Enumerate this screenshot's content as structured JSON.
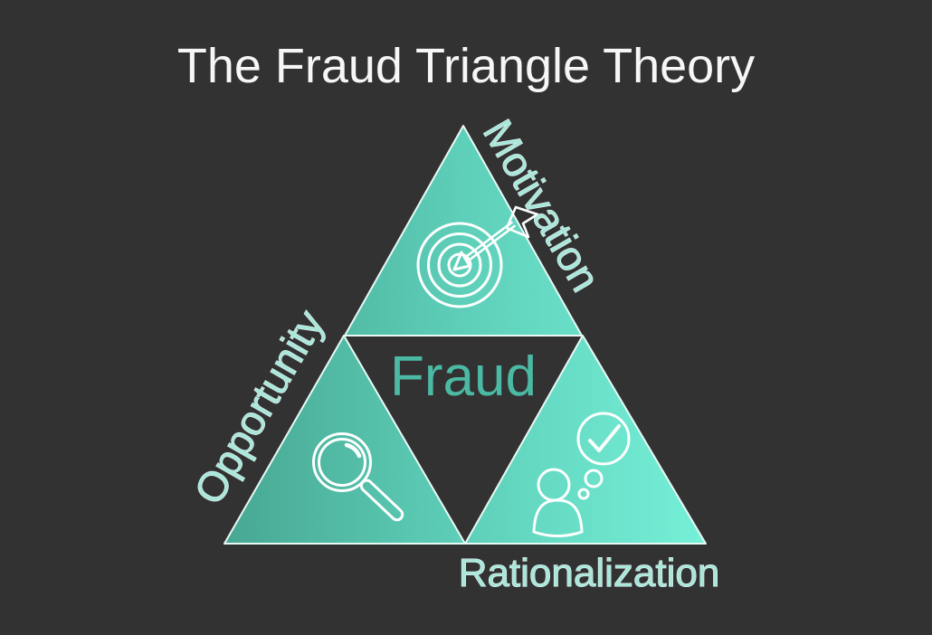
{
  "title": "The Fraud Triangle Theory",
  "triangle": {
    "center_label": "Fraud",
    "sides": {
      "top_right": {
        "label": "Motivation",
        "icon": "target-arrow-icon"
      },
      "left": {
        "label": "Opportunity",
        "icon": "magnifying-glass-icon"
      },
      "bottom": {
        "label": "Rationalization",
        "icon": "person-thinking-check-icon"
      }
    }
  },
  "colors": {
    "background": "#323232",
    "title_text": "#f6f6f6",
    "fraud_text": "#4bb9a3",
    "side_label_text": "#abe6da",
    "side_label_edge": "#e9fcf8",
    "triangle_gradient_start": "#47a792",
    "triangle_gradient_mid": "#5ecfb9",
    "triangle_gradient_end": "#76f0d8",
    "triangle_edge": "#e8f9f5",
    "icon_stroke": "#fdfffe"
  }
}
